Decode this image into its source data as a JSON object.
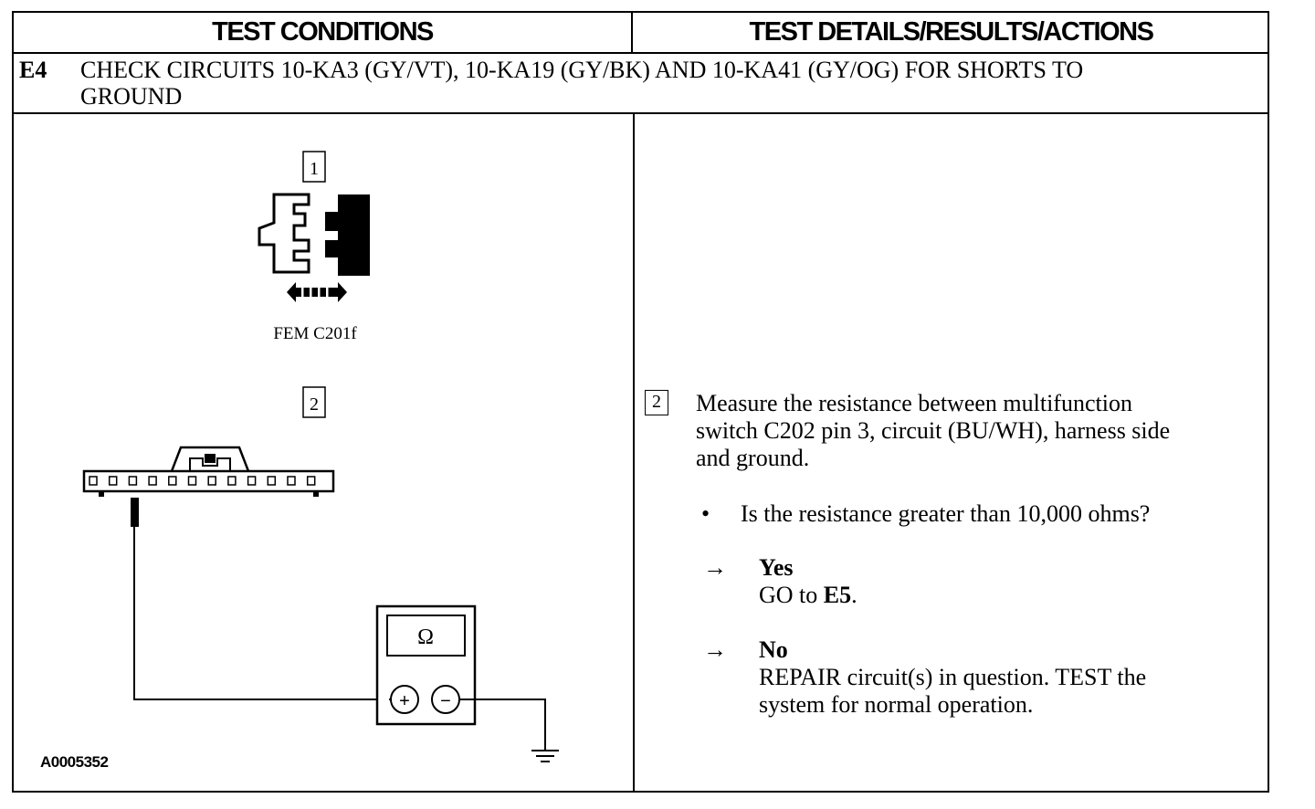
{
  "header": {
    "left": "TEST CONDITIONS",
    "right": "TEST DETAILS/RESULTS/ACTIONS"
  },
  "step": {
    "id": "E4",
    "title_line1": "CHECK CIRCUITS 10-KA3 (GY/VT), 10-KA19 (GY/BK) AND 10-KA41 (GY/OG) FOR SHORTS TO",
    "title_line2": "GROUND"
  },
  "diagram": {
    "callout1": "1",
    "callout2": "2",
    "connector_label": "FEM C201f",
    "meter_symbol": "Ω",
    "meter_plus": "+",
    "meter_minus": "−",
    "figure_id": "A0005352"
  },
  "details": {
    "callout": "2",
    "instruction_lines": [
      "Measure the resistance between multifunction",
      "switch C202 pin 3, circuit (BU/WH), harness side",
      "and ground."
    ],
    "bullet": "•",
    "question": "Is the resistance greater than 10,000 ohms?",
    "arrow": "→",
    "yes_label": "Yes",
    "yes_action_prefix": "GO to ",
    "yes_action_target": "E5",
    "yes_action_suffix": ".",
    "no_label": "No",
    "no_action_line1": "REPAIR circuit(s) in question. TEST the",
    "no_action_line2": "system for normal operation."
  }
}
